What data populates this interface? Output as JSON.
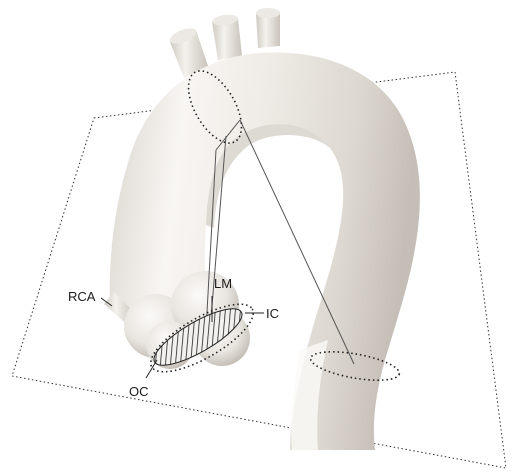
{
  "labels": {
    "rca": "RCA",
    "lm": "LM",
    "ic": "IC",
    "oc": "OC"
  },
  "colors": {
    "background": "#ffffff",
    "aorta_light": "#f7f5f2",
    "aorta_mid": "#e6e2dc",
    "aorta_dark": "#b9b3ab",
    "line": "#2a2a2a",
    "hatch": "#222222"
  }
}
